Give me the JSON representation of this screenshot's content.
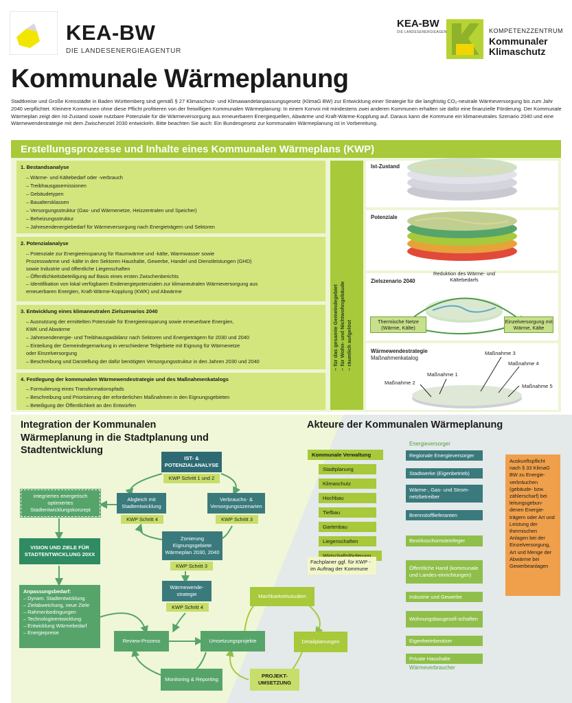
{
  "header": {
    "kea_title": "KEA-BW",
    "kea_subtitle": "DIE LANDESENERGIEAGENTUR",
    "kea_small": "KEA-BW",
    "kea_small_subtitle": "DIE LANDESENERGIEAGENTUR",
    "kk_line1": "KOMPETENZZENTRUM",
    "kk_line2": "Kommunaler",
    "kk_line3": "Klimaschutz"
  },
  "title": "Kommunale Wärmeplanung",
  "intro": "Stadtkreise und Große Kreisstädte in Baden Württemberg sind gemäß § 27 Klimaschutz- und Klimawandelanpassungsgesetz (KlimaG BW) zur Entwicklung einer Strategie für die langfristig CO₂-neutrale Wärmeversorgung bis zum Jahr 2040 verpflichtet. Kleinere Kommunen ohne diese Pflicht profitieren von der freiwilligen Kommunalen Wärmeplanung: In einem Konvoi mit mindestens zwei anderen Kommunen erhalten sie dafür eine finanzielle Förderung. Der Kommunale Wärmeplan zeigt den Ist-Zustand sowie nutzbare Potenziale für die Wärmeversorgung aus erneuerbaren Energiequellen, Abwärme und Kraft-Wärme-Kopplung auf. Daraus kann die Kommune ein klimaneutrales Szenario 2040 und eine Wärmewendestrategie mit dem Zwischenziel 2030 entwickeln. Bitte beachten Sie auch: Ein Bundesgesetz zur kommunalen Wärmeplanung ist in Vorbereitung.",
  "kwp": {
    "header": "Erstellungsprozesse und Inhalte eines Kommunalen Wärmeplans (KWP)",
    "steps": [
      {
        "title": "1.  Bestandsanalyse",
        "items": [
          "– Wärme- und Kältebedarf oder -verbrauch",
          "– Treibhausgasemissionen",
          "– Gebäudetypen",
          "– Baualtersklassen",
          "– Versorgungsstruktur (Gas- und Wärmenetze, Heizzentralen und Speicher)",
          "– Beheizungsstruktur",
          "– Jahresendenergiebedarf für Wärmeversorgung nach Energieträgern und Sektoren"
        ]
      },
      {
        "title": "2.  Potenzialanalyse",
        "items": [
          "– Potenziale zur Energieeinsparung für Raumwärme und -kälte, Warmwasser sowie",
          "   Prozesswärme und -kälte in den Sektoren Haushalte, Gewerbe, Handel und Dienstleistungen (GHD)",
          "   sowie Industrie und öffentliche Liegenschaften",
          "– Öffentlichkeitsbeteiligung auf Basis eines ersten Zwischenberichts",
          "– Identifikation von lokal verfügbaren Endenergiepotenzialen zur klimaneutralen Wärmeversorgung aus",
          "   erneuerbaren Energien, Kraft-Wärme-Kopplung (KWK) und Abwärme"
        ]
      },
      {
        "title": "3.  Entwicklung eines klimaneutralen Zielszenarios 2040",
        "items": [
          "– Ausnutzung der ermittelten Potenziale für Energieeinsparung sowie erneuerbare Energien,",
          "   KWK und Abwärme",
          "– Jahresendenergie- und Treibhausgasbilanz nach Sektoren und Energieträgern für 2030 und 2040",
          "– Einteilung der Gemeindegemarkung in verschiedene Teilgebiete mit Eignung für Wärmenetze",
          "   oder Einzelversorgung",
          "– Beschreibung und Darstellung der dafür benötigten Versorgungsstruktur in den Jahren 2030 und 2040"
        ]
      },
      {
        "title": "4.  Festlegung der kommunalen Wärmewendestrategie und des Maßnahmenkatalogs",
        "items": [
          "– Formulierung eines Transformationspfads",
          "– Beschreibung und Priorisierung der erforderlichen Maßnahmen in den Eignungsgebieten",
          "– Beteiligung der Öffentlichkeit an den Entwürfen"
        ]
      }
    ],
    "vertical_lines": [
      "– für das gesamte Gemeindegebiet",
      "– für Wohn- und Nichtwohngebäude",
      "– räumlich aufgelöst"
    ],
    "panels": {
      "ist": "Ist-Zustand",
      "pot": "Potenziale",
      "ziel": "Zielszenario 2040",
      "strat1": "Wärmewendestrategie",
      "strat2": "Maßnahmenkatalog"
    },
    "ziel_callouts": {
      "top": "Reduktion des Wärme- und Kältebedarfs",
      "left": "Thermische Netze (Wärme, Kälte)",
      "right": "Einzelversorgung mit Wärme, Kälte"
    },
    "measures": [
      "Maßnahme 1",
      "Maßnahme 2",
      "Maßnahme 3",
      "Maßnahme 4",
      "Maßnahme 5"
    ]
  },
  "integration": {
    "title": "Integration der Kommunalen Wärmeplanung in die Stadtplanung und Stadtentwicklung",
    "ist_box": "IST- & POTENZIALANALYSE",
    "kwp1": "KWP Schritt 1 und 2",
    "abgleich": "Abgleich mit Stadtentwicklung",
    "kwp4a": "KWP Schritt 4",
    "verbrauch": "Verbrauchs- & Versorgungsszenarien",
    "kwp3a": "KWP Schritt 3",
    "zonierung": "Zonierung Eignungsgebiete Wärmeplan 2030, 2040",
    "kwp3b": "KWP Schritt 3",
    "waermewende": "Wärmewende-strategie",
    "kwp4b": "KWP Schritt 4",
    "konzept": "integriertes energetisch optimiertes Stadtentwicklungskonzept",
    "vision": "VISION UND ZIELE FÜR STADTENTWICKLUNG 20XX",
    "anpassung_title": "Anpassungsbedarf:",
    "anpassung_items": [
      "– Dynam. Stadtentwicklung",
      "– Zielabweichung, neue Ziele",
      "– Rahmenbedingungen",
      "– Technologieentwicklung",
      "– Entwicklung Wärmebedarf",
      "– Energiepreise"
    ],
    "review": "Review-Prozess",
    "umsetzung": "Umsetzungsprojekte",
    "machbarkeit": "Machbarkeitsstudien",
    "detail": "Detailplanungen",
    "monitoring": "Monitoring & Reporting",
    "projekt": "PROJEKT-UMSETZUNG"
  },
  "akteure": {
    "title": "Akteure der Kommunalen Wärmeplanung",
    "energieversorger_label": "Energieversorger",
    "waermeverbraucher_label": "Wärmeverbraucher",
    "verwaltung": "Kommunale Verwaltung",
    "left_items": [
      "Stadtplanung",
      "Klimaschutz",
      "Hochbau",
      "Tiefbau",
      "Gartenbau",
      "Liegenschaften",
      "Wirtschaftsförderung"
    ],
    "fachplaner": "Fachplaner ggf. für KWP - im Auftrag der Kommune",
    "right_items": [
      "Regionale Energieversorger",
      "Stadtwerke (Eigenbetrieb)",
      "Wärme-, Gas- und Strom-netzbetreiber",
      "Brennstofflieferanten",
      "Bezirksschornsteinfeger",
      "Öffentliche Hand (kommunale und Landes-einrichtungen)",
      "Industrie und Gewerbe",
      "Wohnungsbaugesell-schaften",
      "Eigenheimbesitzer",
      "Private Haushalte"
    ],
    "auskunft": "Auskunftspflicht nach § 33 KlimaG BW zu Energie-verbräuchen (gebäude- bzw. zählerscharf) bei leitungsgebun-denen Energie-trägern oder Art und Leistung der thermischen Anlagen bei der Einzelversorgung, Art und Menge der Abwärme bei Gewerbeanlagen"
  },
  "colors": {
    "lime": "#a7c93a",
    "teal": "#3a7a7c",
    "green": "#57a46b",
    "orange": "#f0a04b"
  }
}
